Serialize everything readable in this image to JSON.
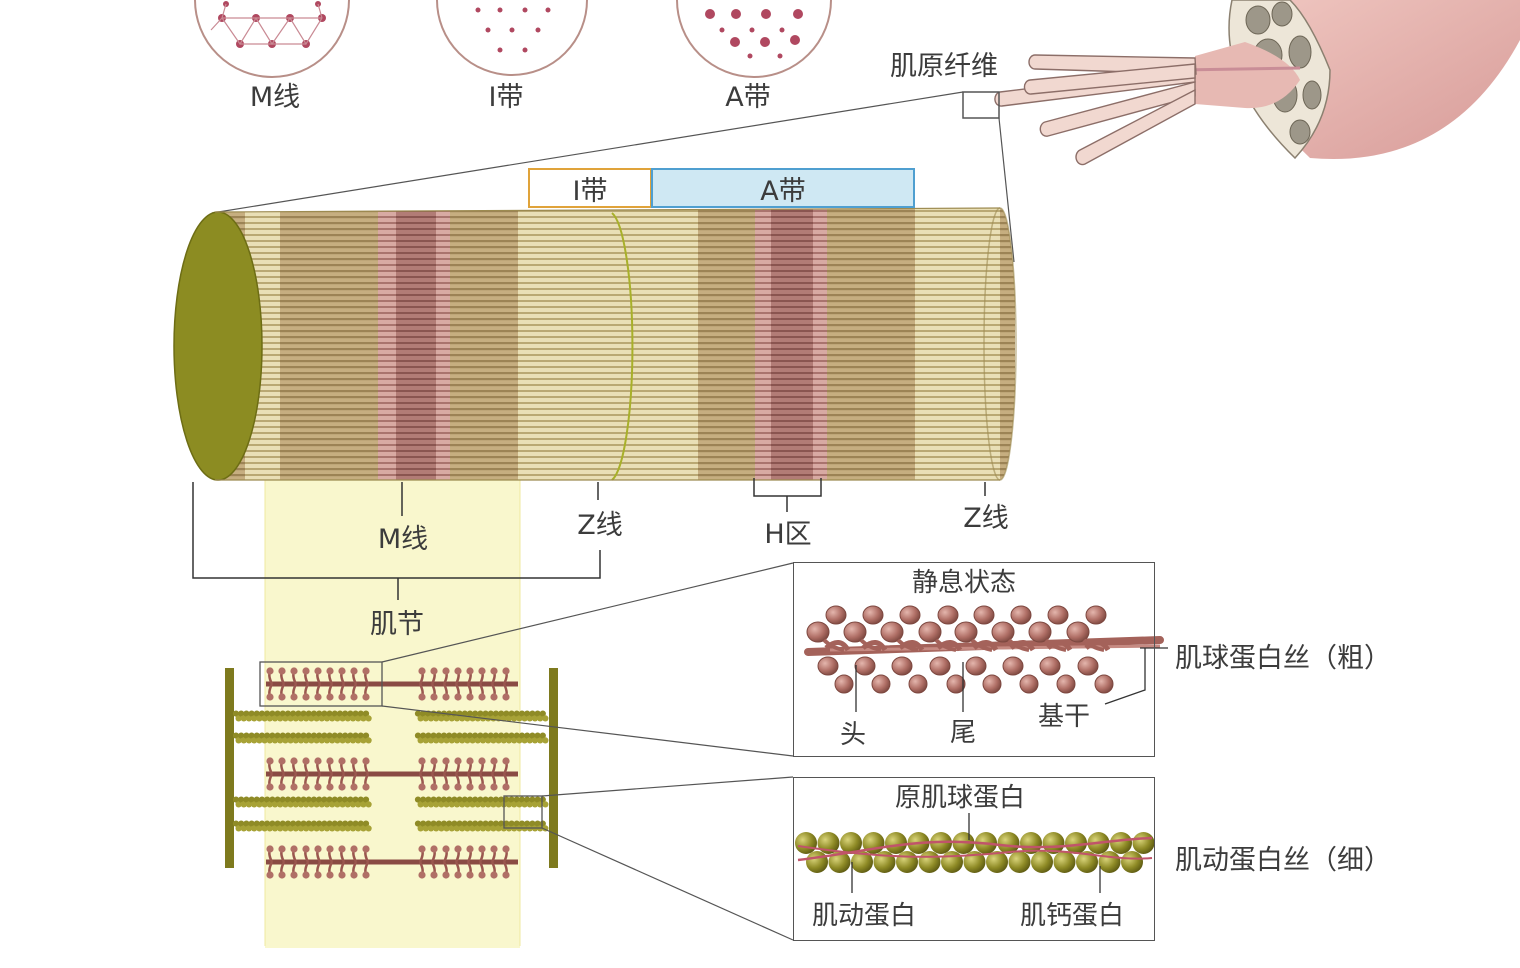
{
  "cross_sections": [
    {
      "label": "M线"
    },
    {
      "label": "I带"
    },
    {
      "label": "A带"
    }
  ],
  "labels": {
    "myofibril": "肌原纤维",
    "i_band": "I带",
    "a_band": "A带",
    "m_line": "M线",
    "z_line_left": "Z线",
    "h_zone": "H区",
    "z_line_right": "Z线",
    "sarcomere": "肌节"
  },
  "thick_inset": {
    "title": "静息状态",
    "head": "头",
    "tail": "尾",
    "backbone": "基干",
    "side_label": "肌球蛋白丝（粗）"
  },
  "thin_inset": {
    "title": "原肌球蛋白",
    "actin": "肌动蛋白",
    "troponin": "肌钙蛋白",
    "side_label": "肌动蛋白丝（细）"
  },
  "colors": {
    "olive": "#8a8a2a",
    "tan": "#c0aa7e",
    "pink_band": "#c99a95",
    "dark_band": "#b07a7a",
    "myosin": "#a4625a",
    "actin_bead": "#8f8b26",
    "i_band_border": "#e0a33a",
    "a_band_fill": "#cfe8f3",
    "a_band_border": "#4f9fd0",
    "sarcomere_highlight": "#f7f5bf"
  }
}
